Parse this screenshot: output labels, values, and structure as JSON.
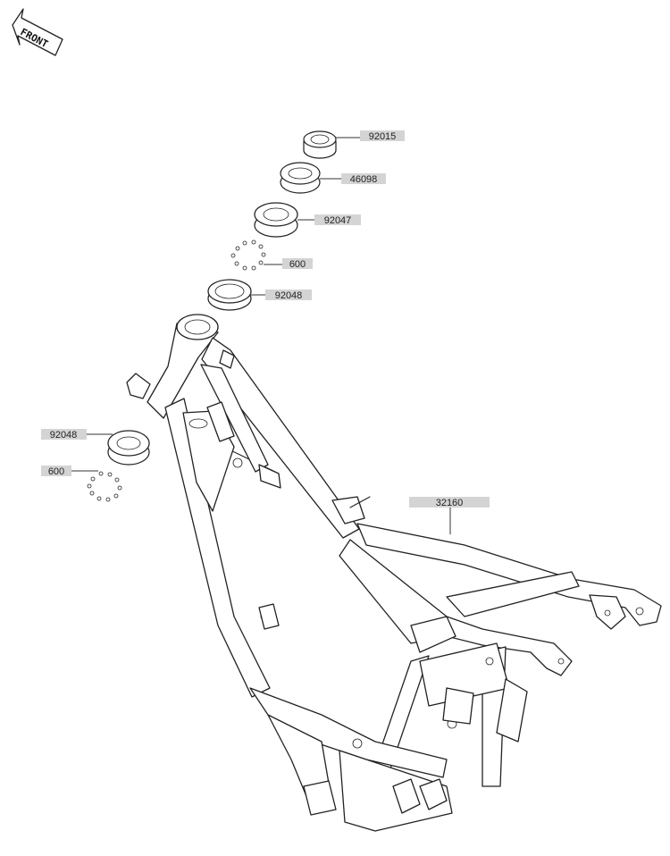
{
  "front_badge": "FRONT",
  "labels": {
    "nut_top": "92015",
    "washer": "46098",
    "race_upper": "92047",
    "balls_upper": "600",
    "race_lower_upper": "92048",
    "race_lower": "92048",
    "balls_lower": "600",
    "frame": "32160"
  },
  "icons": {
    "front_arrow": "front-arrow-icon"
  }
}
